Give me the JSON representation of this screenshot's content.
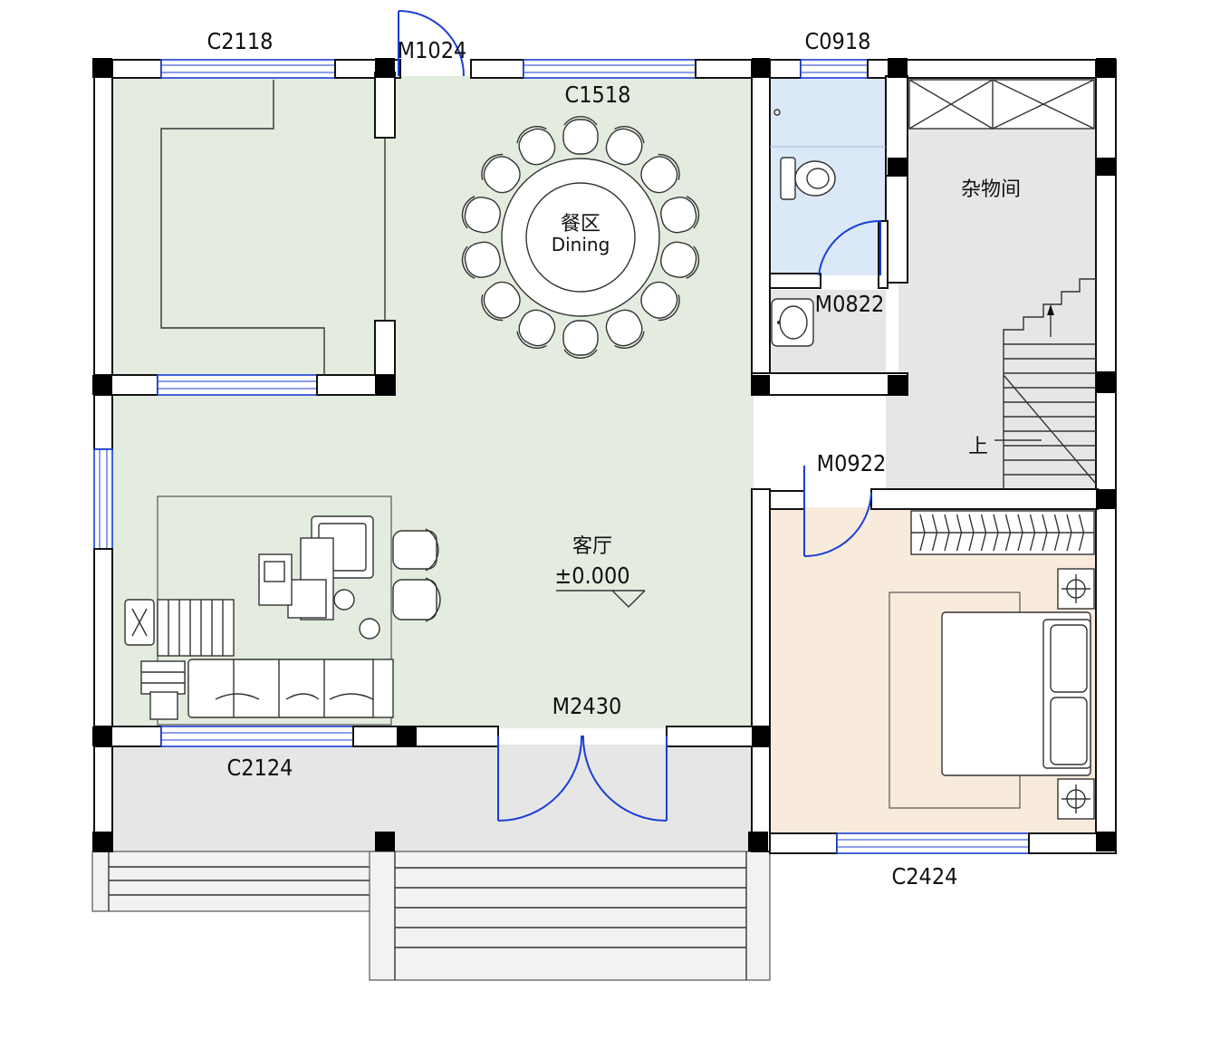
{
  "labels": {
    "win_top_left": "C2118",
    "door_top": "M1024",
    "win_dining": "C1518",
    "win_bath": "C0918",
    "bath_door": "M0822",
    "bed_door": "M0922",
    "main_door": "M2430",
    "win_living": "C2124",
    "win_bed": "C2424"
  },
  "rooms": {
    "dining_cn": "餐区",
    "dining_en": "Dining",
    "living_cn": "客厅",
    "living_level": "±0.000",
    "storage_cn": "杂物间",
    "stair_up": "上"
  },
  "colors": {
    "living_fill": "#e3ecdf",
    "bath_fill": "#dbe8f7",
    "bedroom_fill": "#f8ebdc",
    "storage_fill": "#e6e6e6",
    "porch_fill": "#e6e6e6",
    "window": "#1a3fd6",
    "wall": "#000000"
  }
}
